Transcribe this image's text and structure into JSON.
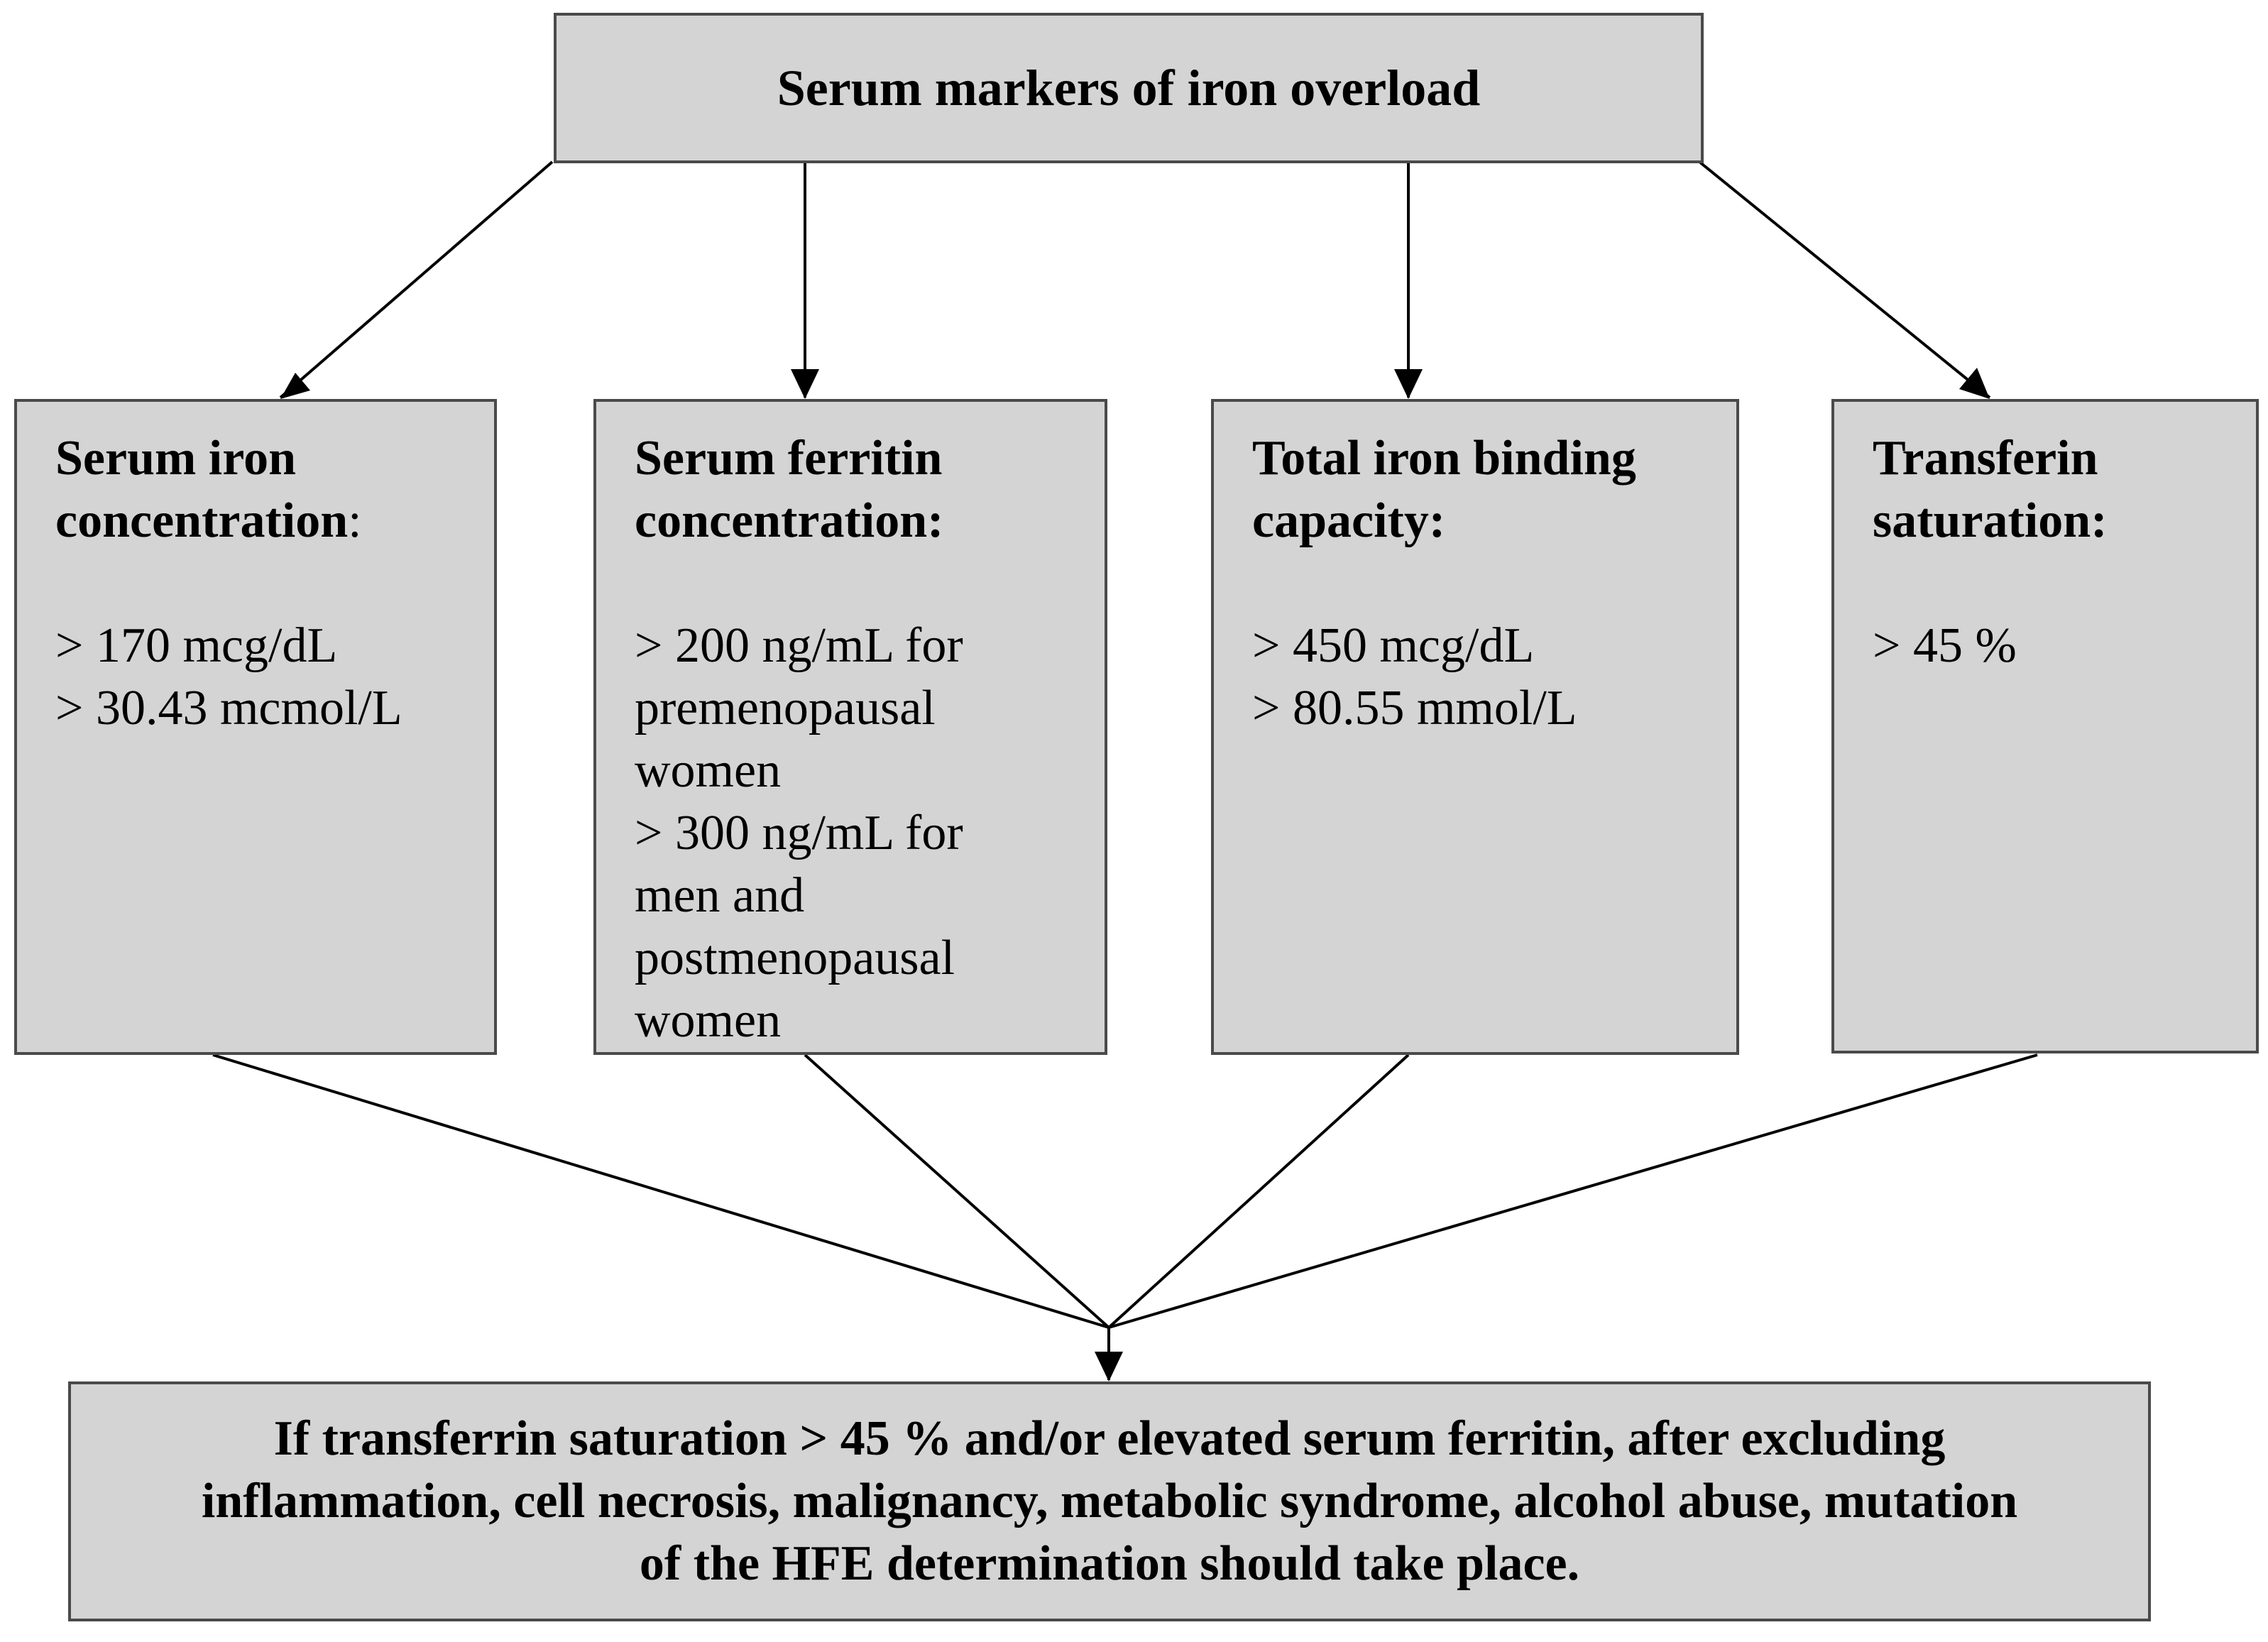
{
  "top": {
    "title": "Serum markers of iron overload"
  },
  "markers": [
    {
      "title": "Serum iron\nconcentration",
      "colon": ":",
      "value": "> 170 mcg/dL\n> 30.43 mcmol/L"
    },
    {
      "title": "Serum ferritin\nconcentration:",
      "colon": "",
      "value": "> 200 ng/mL for\npremenopausal\nwomen\n> 300 ng/mL for\nmen and\npostmenopausal\nwomen"
    },
    {
      "title": "Total iron binding\ncapacity:",
      "colon": "",
      "value": "> 450 mcg/dL\n> 80.55 mmol/L"
    },
    {
      "title": "Transferin\nsaturation:",
      "colon": "",
      "value": "> 45 %"
    }
  ],
  "conclusion": {
    "text": "If transferrin saturation > 45 % and/or elevated serum ferritin, after excluding\ninflammation, cell necrosis, malignancy, metabolic syndrome, alcohol abuse, mutation\nof the HFE determination should take place."
  },
  "colors": {
    "box_fill": "#d4d4d4",
    "border": "#4a4a4a",
    "line": "#000000"
  }
}
